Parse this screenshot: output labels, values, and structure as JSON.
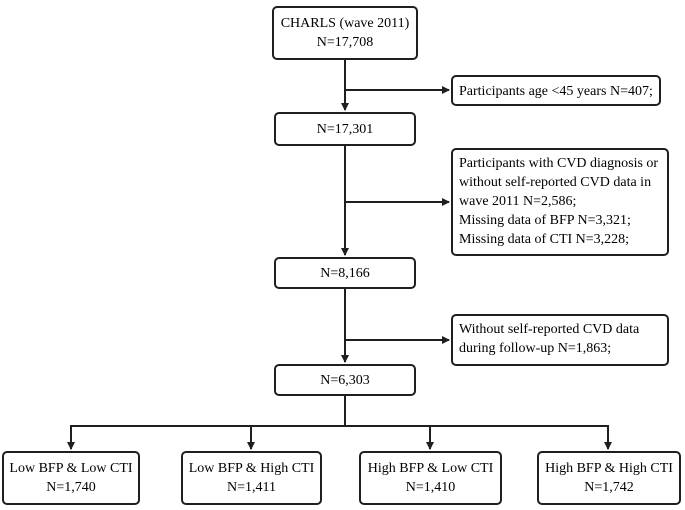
{
  "boxes": {
    "top": [
      "CHARLS (wave 2011)",
      "N=17,708"
    ],
    "n1": [
      "N=17,301"
    ],
    "n2": [
      "N=8,166"
    ],
    "n3": [
      "N=6,303"
    ]
  },
  "exclusions": {
    "age": [
      "Participants age <45 years N=407;"
    ],
    "cvd": [
      "Participants with CVD diagnosis or",
      "without self-reported CVD data in",
      "wave 2011 N=2,586;",
      "Missing data of BFP N=3,321;",
      "Missing data of CTI N=3,228;"
    ],
    "followup": [
      "Without self-reported CVD data",
      "during follow-up N=1,863;"
    ]
  },
  "groups": [
    [
      "Low BFP & Low CTI",
      "N=1,740"
    ],
    [
      "Low BFP & High CTI",
      "N=1,411"
    ],
    [
      "High BFP & Low CTI",
      "N=1,410"
    ],
    [
      "High BFP & High CTI",
      "N=1,742"
    ]
  ]
}
